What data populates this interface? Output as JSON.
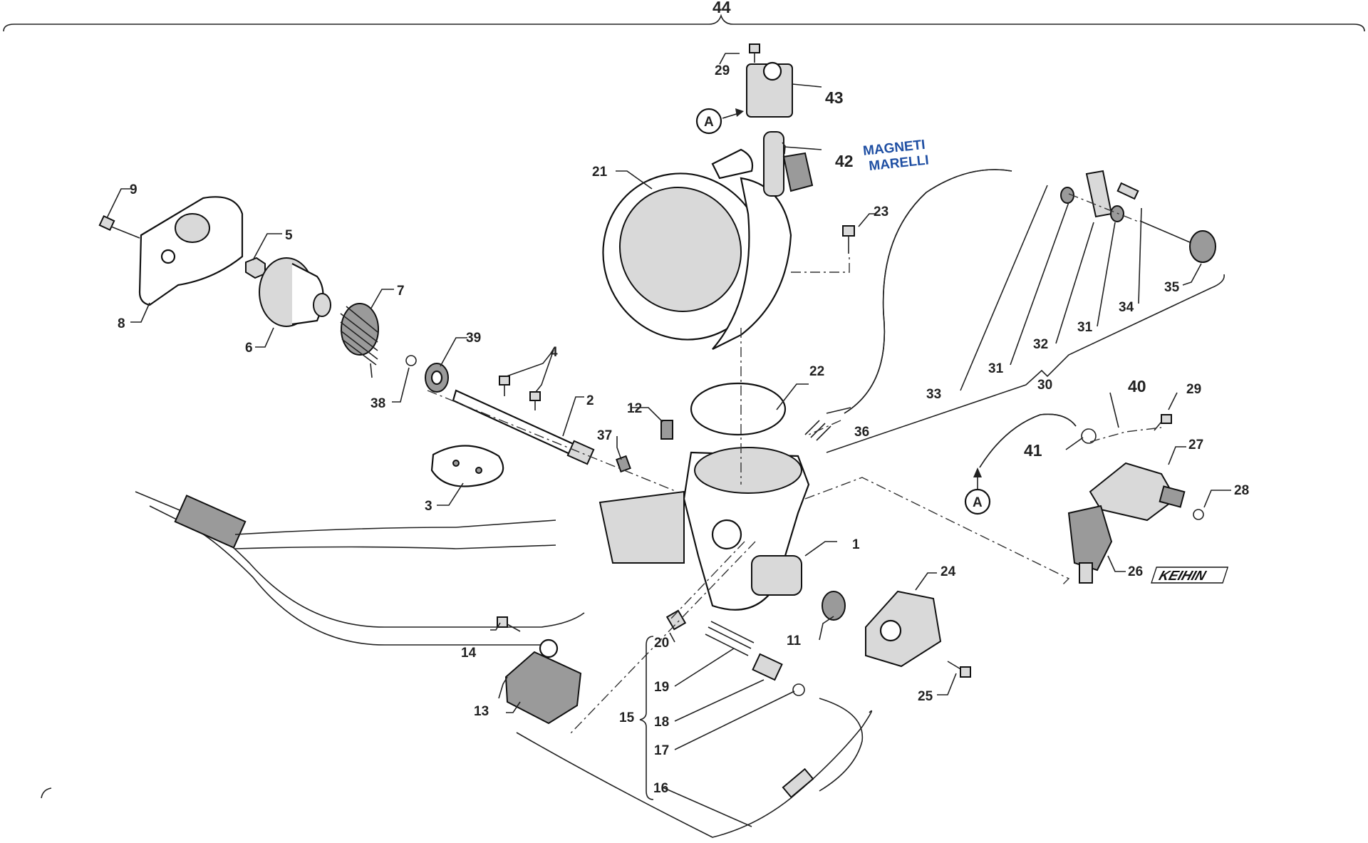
{
  "diagram": {
    "assembly_label": "44",
    "kit_label": "30",
    "callouts": [
      "1",
      "2",
      "3",
      "4",
      "5",
      "6",
      "7",
      "8",
      "9",
      "11",
      "12",
      "13",
      "14",
      "15",
      "16",
      "17",
      "18",
      "19",
      "20",
      "21",
      "22",
      "23",
      "24",
      "25",
      "26",
      "27",
      "28",
      "29",
      "29",
      "31",
      "31",
      "32",
      "33",
      "34",
      "35",
      "36",
      "37",
      "38",
      "39",
      "40",
      "41",
      "42",
      "43"
    ],
    "view_markers": [
      "A",
      "A"
    ],
    "brands": {
      "magneti_top": "MAGNETI",
      "magneti_bottom": "MARELLI",
      "keihin": "KEIHIN"
    },
    "colors": {
      "line": "#222222",
      "logo_blue": "#1f4fa3",
      "part_grey": "#d9d9d9"
    }
  }
}
